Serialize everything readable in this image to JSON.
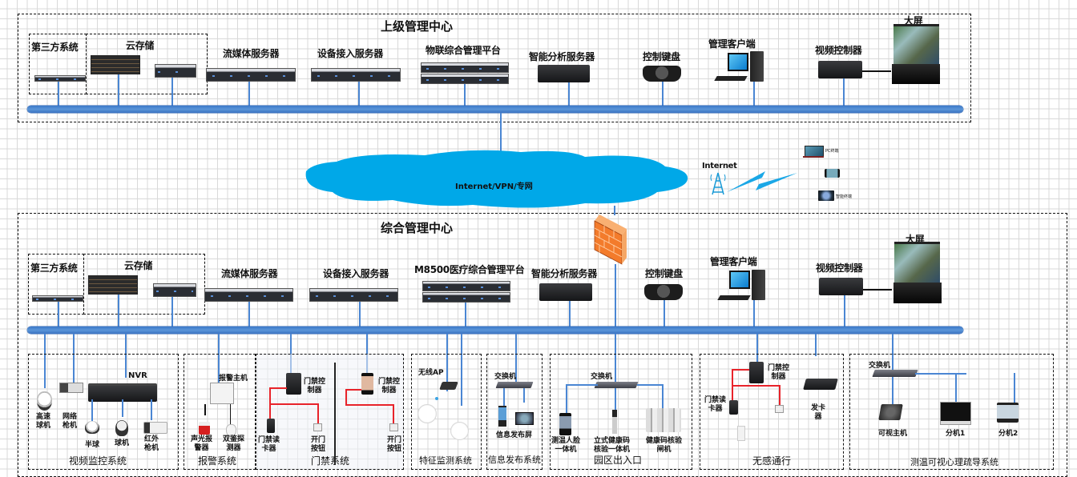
{
  "upper_center": {
    "title": "上级管理中心",
    "third_party": "第三方系统",
    "cloud_storage": "云存储",
    "streaming_server": "流媒体服务器",
    "device_access_server": "设备接入服务器",
    "platform": "物联综合管理平台",
    "analysis_server": "智能分析服务器",
    "control_keyboard": "控制键盘",
    "mgmt_client": "管理客户端",
    "video_controller": "视频控制器",
    "big_screen": "大屏"
  },
  "network": {
    "cloud_label": "Internet/VPN/专网",
    "internet_label": "Internet",
    "terminals": [
      {
        "icon": "laptop-icon",
        "label": "PC终端"
      },
      {
        "icon": "phone-icon",
        "label": ""
      },
      {
        "icon": "tablet-icon",
        "label": "智能终端"
      }
    ]
  },
  "main_center": {
    "title": "综合管理中心",
    "third_party": "第三方系统",
    "cloud_storage": "云存储",
    "streaming_server": "流媒体服务器",
    "device_access_server": "设备接入服务器",
    "platform": "M8500医疗综合管理平台",
    "analysis_server": "智能分析服务器",
    "control_keyboard": "控制键盘",
    "mgmt_client": "管理客户端",
    "video_controller": "视频控制器",
    "big_screen": "大屏"
  },
  "subsystems": {
    "video": {
      "title": "视频监控系统",
      "nvr": "NVR",
      "speed_dome": "高速\n球机",
      "network_bullet": "网络\n枪机",
      "half_dome": "半球",
      "dome": "球机",
      "ir_bullet": "红外\n枪机"
    },
    "alarm": {
      "title": "报警系统",
      "host": "报警主机",
      "siren": "声光报\n警器",
      "detector": "双鉴探\n测器"
    },
    "access": {
      "title": "门禁系统",
      "controller1": "门禁控\n制器",
      "reader": "门禁读\n卡器",
      "button1": "开门\n按钮",
      "controller2": "门禁控\n制器",
      "button2": "开门\n按钮"
    },
    "feature": {
      "title": "特征监测系统",
      "ap": "无线AP"
    },
    "info": {
      "title": "信息发布系统",
      "switch": "交换机",
      "screen": "信息发布屏"
    },
    "entrance": {
      "title": "园区出入口",
      "switch": "交换机",
      "temp_face": "测温人脸\n一体机",
      "health_code_stand": "立式健康码\n核验一体机",
      "health_gate": "健康码核验\n闸机"
    },
    "seamless": {
      "title": "无感通行",
      "controller": "门禁控\n制器",
      "reader": "门禁读\n卡器",
      "issuer": "发卡\n器"
    },
    "intercom": {
      "title": "测温可视心理疏导系统",
      "switch": "交换机",
      "host": "可视主机",
      "ext1": "分机1",
      "ext2": "分机2"
    }
  },
  "colors": {
    "bus": "#3b78c9",
    "link": "#4a86d3",
    "cloud": "#00a8e8",
    "access_wire": "#e8232a",
    "firewall": "#f07a2a"
  }
}
